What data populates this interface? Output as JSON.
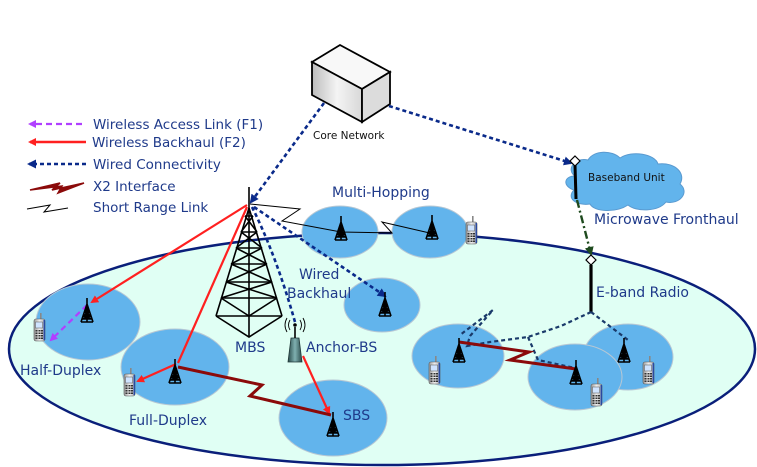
{
  "legend": {
    "items": [
      {
        "id": "access",
        "label": "Wireless Access Link (F1)",
        "color": "#b040ff",
        "style": "dashed-arrow"
      },
      {
        "id": "backhaul",
        "label": "Wireless Backhaul (F2)",
        "color": "#ff2020",
        "style": "solid-arrow"
      },
      {
        "id": "wired",
        "label": "Wired Connectivity",
        "color": "#0a2a8a",
        "style": "dotted-arrow"
      },
      {
        "id": "x2",
        "label": "X2 Interface",
        "color": "#8b0a0a",
        "style": "zigzag"
      },
      {
        "id": "short",
        "label": "Short Range Link",
        "color": "#000000",
        "style": "thin-zigzag"
      }
    ]
  },
  "nodes": {
    "core_network": "Core Network",
    "baseband_unit": "Baseband Unit",
    "microwave_fronthaul": "Microwave Fronthaul",
    "e_band_radio": "E-band Radio",
    "multi_hopping": "Multi-Hopping",
    "wired_backhaul_line1": "Wired",
    "wired_backhaul_line2": "Backhaul",
    "mbs": "MBS",
    "anchor_bs": "Anchor-BS",
    "half_duplex": "Half-Duplex",
    "full_duplex": "Full-Duplex",
    "sbs": "SBS"
  },
  "colors": {
    "macro_area": "#e0fff4",
    "macro_border": "#0a1f7a",
    "small_cell": "#62b4ec",
    "cloud": "#62b4ec",
    "label": "#1f3a8a"
  }
}
